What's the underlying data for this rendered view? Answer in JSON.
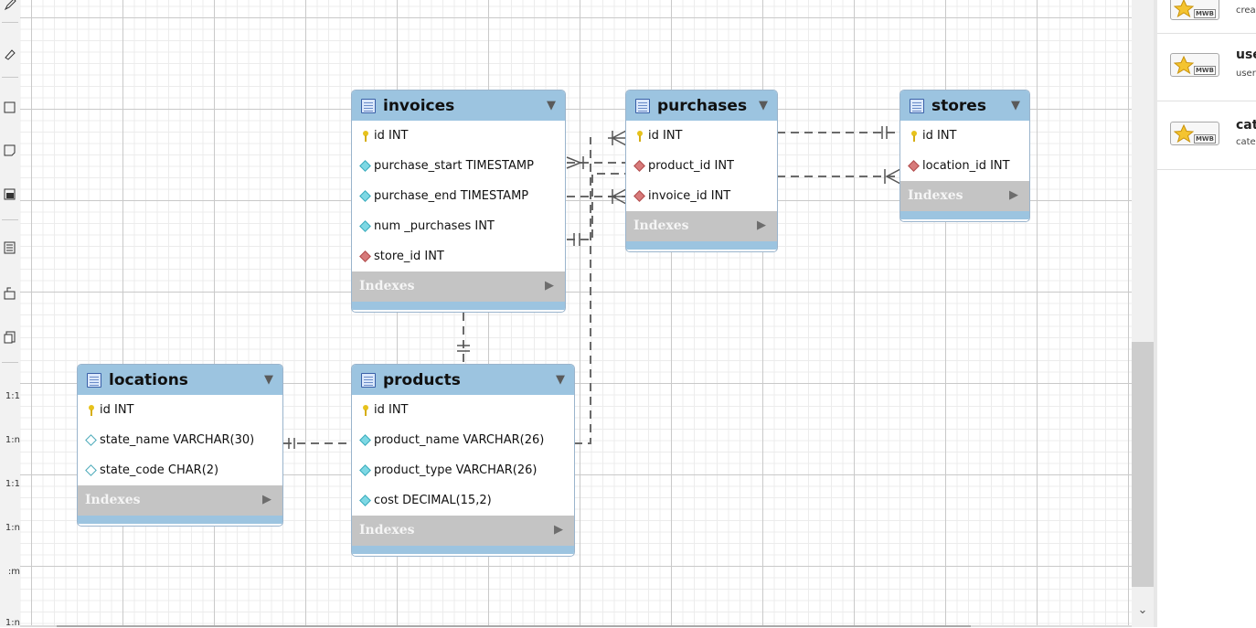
{
  "toolbar": {
    "rel_labels": [
      "1:1",
      "1:n",
      "1:1",
      "1:n",
      ":m",
      "1:n"
    ]
  },
  "tables": {
    "invoices": {
      "name": "invoices",
      "columns": [
        "id INT",
        "purchase_start TIMESTAMP",
        "purchase_end TIMESTAMP",
        "num _purchases INT",
        "store_id INT"
      ],
      "indexes_label": "Indexes"
    },
    "purchases": {
      "name": "purchases",
      "columns": [
        "id INT",
        "product_id INT",
        "invoice_id INT"
      ],
      "indexes_label": "Indexes"
    },
    "stores": {
      "name": "stores",
      "columns": [
        "id INT",
        "location_id INT"
      ],
      "indexes_label": "Indexes"
    },
    "locations": {
      "name": "locations",
      "columns": [
        "id INT",
        "state_name VARCHAR(30)",
        "state_code CHAR(2)"
      ],
      "indexes_label": "Indexes"
    },
    "products": {
      "name": "products",
      "columns": [
        "id INT",
        "product_name VARCHAR(26)",
        "product_type VARCHAR(26)",
        "cost DECIMAL(15,2)"
      ],
      "indexes_label": "Indexes"
    }
  },
  "side_panel": {
    "items": [
      {
        "title": "",
        "subtitle": "crea",
        "badge": "MWB"
      },
      {
        "title": "use",
        "subtitle": "user",
        "badge": "MWB"
      },
      {
        "title": "cat",
        "subtitle": "cate",
        "badge": "MWB"
      }
    ]
  },
  "colors": {
    "table_header": "#9cc4e0",
    "indexes_bar": "#c4c4c4",
    "connector": "#6a6a6a"
  }
}
